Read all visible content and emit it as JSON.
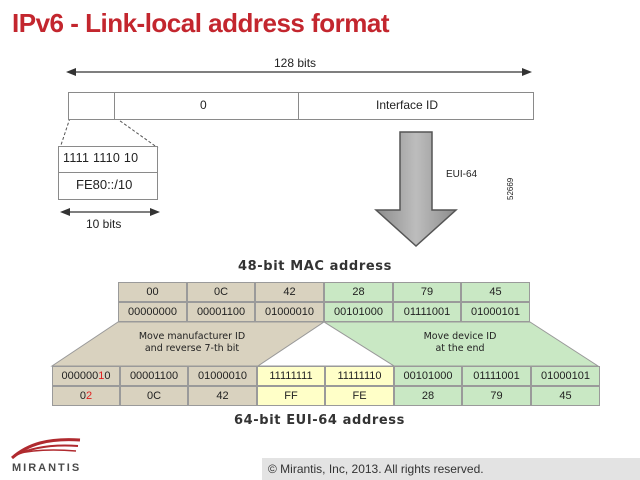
{
  "title": "IPv6 - Link-local address format",
  "top_diagram": {
    "total_bits": "128 bits",
    "zero_field": "0",
    "interface_id": "Interface ID",
    "prefix_bits_binary": "1111 1110 10",
    "prefix_hex": "FE80::/10",
    "prefix_length": "10 bits",
    "eui_label": "EUI-64",
    "figure_id": "52669"
  },
  "mac_caption": "48-bit MAC address",
  "eui_caption": "64-bit EUI-64 address",
  "mac_hex": [
    "00",
    "0C",
    "42",
    "28",
    "79",
    "45"
  ],
  "mac_bin": [
    "00000000",
    "00001100",
    "01000010",
    "00101000",
    "01111001",
    "01000101"
  ],
  "left_note": [
    "Move manufacturer ID",
    "and reverse 7-th bit"
  ],
  "right_note": [
    "Move device ID",
    "at the end"
  ],
  "eui_bin": [
    "00000010",
    "00001100",
    "01000010",
    "11111111",
    "11111110",
    "00101000",
    "01111001",
    "01000101"
  ],
  "eui_first_bin_plain": "000000",
  "eui_first_bin_red": "1",
  "eui_first_bin_tail": "0",
  "eui_first_hex_plain": "0",
  "eui_first_hex_red": "2",
  "eui_hex": [
    "02",
    "0C",
    "42",
    "FF",
    "FE",
    "28",
    "79",
    "45"
  ],
  "footer": "© Mirantis, Inc, 2013. All rights reserved.",
  "logo": "MIRANTIS"
}
